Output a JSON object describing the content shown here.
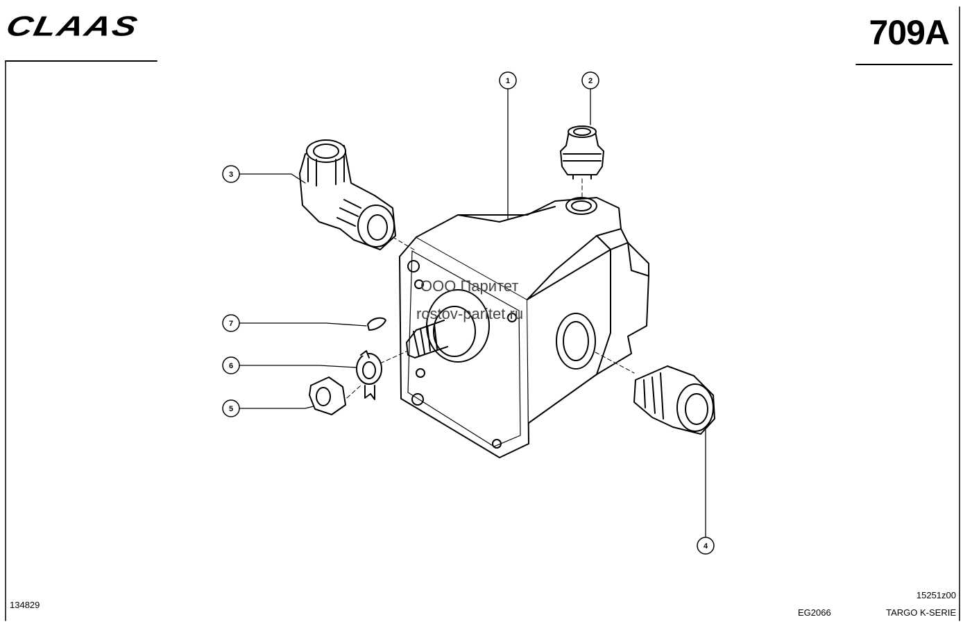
{
  "header": {
    "brand": "CLAAS",
    "page_number": "709A"
  },
  "watermark": {
    "company": "ООО Паритет",
    "site": "rostov-paritet.ru"
  },
  "callouts": [
    "1",
    "2",
    "3",
    "4",
    "5",
    "6",
    "7"
  ],
  "footer": {
    "drawing_number": "134829",
    "code": "15251z00",
    "reference": "EG2066",
    "series": "TARGO K-SERIE"
  }
}
